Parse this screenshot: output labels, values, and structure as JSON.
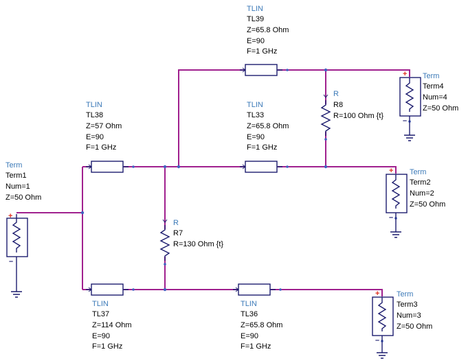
{
  "colors": {
    "wire": "#a0208e",
    "component": "#1c1c6e",
    "label_type": "#3c7ab8",
    "label_text": "#000000",
    "plus_marker": "#e03020"
  },
  "components": {
    "tl39": {
      "type": "TLIN",
      "name": "TL39",
      "z": "Z=65.8 Ohm",
      "e": "E=90",
      "f": "F=1 GHz"
    },
    "tl38": {
      "type": "TLIN",
      "name": "TL38",
      "z": "Z=57 Ohm",
      "e": "E=90",
      "f": "F=1 GHz"
    },
    "tl33": {
      "type": "TLIN",
      "name": "TL33",
      "z": "Z=65.8 Ohm",
      "e": "E=90",
      "f": "F=1 GHz"
    },
    "tl37": {
      "type": "TLIN",
      "name": "TL37",
      "z": "Z=114 Ohm",
      "e": "E=90",
      "f": "F=1 GHz"
    },
    "tl36": {
      "type": "TLIN",
      "name": "TL36",
      "z": "Z=65.8 Ohm",
      "e": "E=90",
      "f": "F=1 GHz"
    },
    "r8": {
      "type": "R",
      "name": "R8",
      "r": "R=100 Ohm {t}"
    },
    "r7": {
      "type": "R",
      "name": "R7",
      "r": "R=130 Ohm {t}"
    },
    "term1": {
      "type": "Term",
      "name": "Term1",
      "num": "Num=1",
      "z": "Z=50 Ohm"
    },
    "term2": {
      "type": "Term",
      "name": "Term2",
      "num": "Num=2",
      "z": "Z=50 Ohm"
    },
    "term3": {
      "type": "Term",
      "name": "Term3",
      "num": "Num=3",
      "z": "Z=50 Ohm"
    },
    "term4": {
      "type": "Term",
      "name": "Term4",
      "num": "Num=4",
      "z": "Z=50 Ohm"
    }
  }
}
